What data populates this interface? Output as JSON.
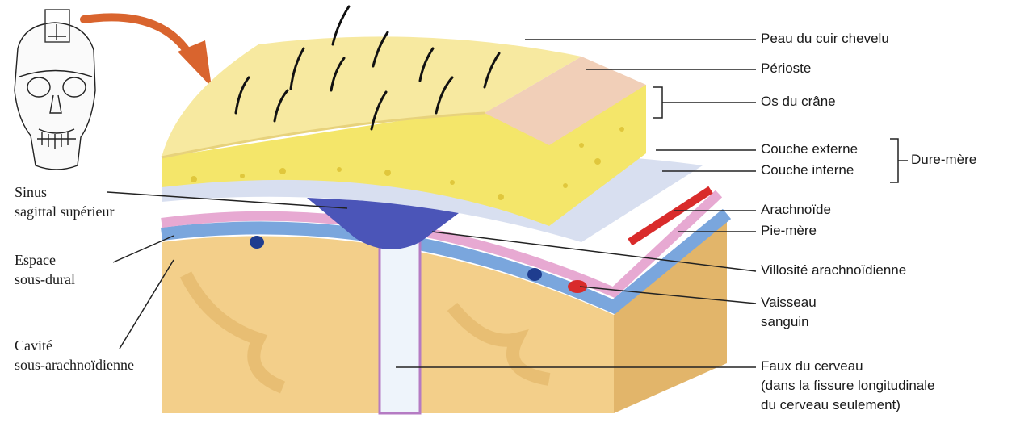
{
  "labels": {
    "peau": "Peau du cuir chevelu",
    "perioste": "Périoste",
    "os": "Os du crâne",
    "couche_externe": "Couche externe",
    "couche_interne": "Couche interne",
    "dure_mere": "Dure-mère",
    "arachnoide": "Arachnoïde",
    "pie_mere": "Pie-mère",
    "villosite": "Villosité arachnoïdienne",
    "vaisseau_1": "Vaisseau",
    "vaisseau_2": "sanguin",
    "faux_1": "Faux du cerveau",
    "faux_2": "(dans la fissure longitudinale",
    "faux_3": "du cerveau seulement)",
    "sinus_1": "Sinus",
    "sinus_2": "sagittal supérieur",
    "espace_1": "Espace",
    "espace_2": "sous-dural",
    "cavite_1": "Cavité",
    "cavite_2": "sous-arachnoïdienne"
  },
  "colors": {
    "scalp": "#f7e9a0",
    "periosteum": "#f1cfb8",
    "bone": "#f4e66a",
    "dura": "#d8dff0",
    "arachnoid": "#e7a9d2",
    "pia": "#7aa6dd",
    "cortex": "#f3cf8a",
    "sinus": "#4b55b8",
    "artery": "#d92b2b",
    "arrow": "#d9642e"
  }
}
